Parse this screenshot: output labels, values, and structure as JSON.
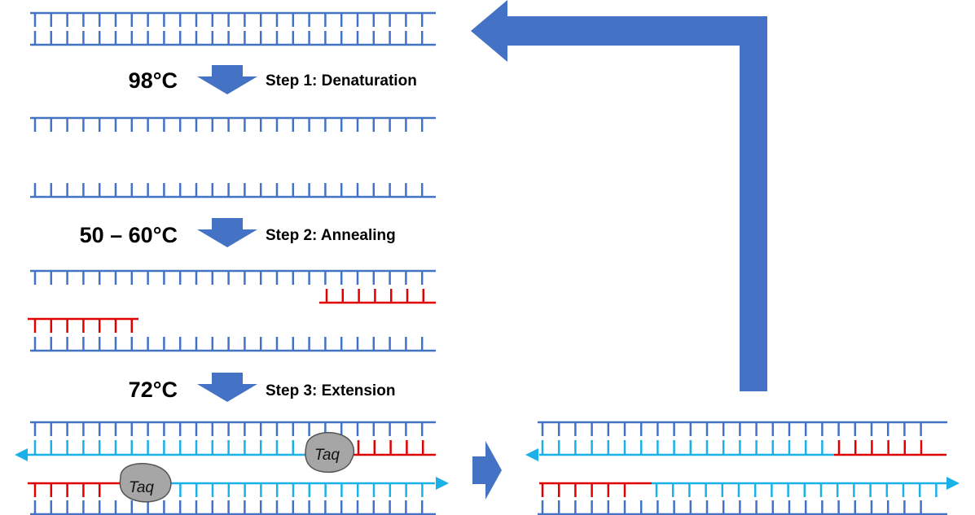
{
  "colors": {
    "template_strand": "#4472C4",
    "primer": "#E00000",
    "new_strand": "#1AB0E8",
    "arrow": "#4472C4",
    "enzyme": "#A6A6A6",
    "enzyme_outline": "#555555"
  },
  "steps": [
    {
      "temperature": "98°C",
      "label": "Step 1: Denaturation"
    },
    {
      "temperature": "50 – 60°C",
      "label": "Step 2: Annealing"
    },
    {
      "temperature": "72°C",
      "label": "Step 3: Extension"
    }
  ],
  "enzyme": {
    "label": "Taq"
  }
}
